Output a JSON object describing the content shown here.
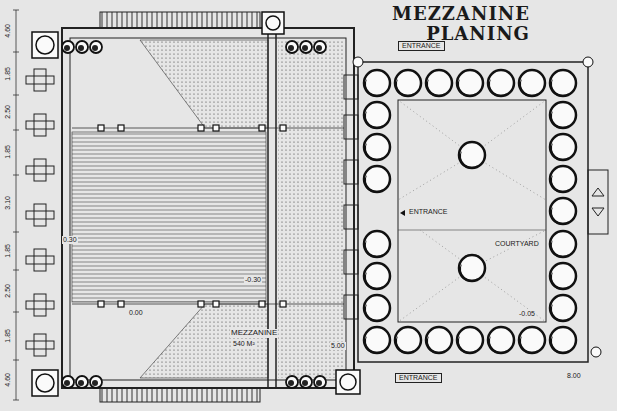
{
  "diagram": {
    "title": "MEZZANINE PLANING",
    "labels": [
      "ENTRANCE",
      "ENTRANCE",
      "COURTYARD",
      "ENTRANCE",
      "MEZZANINE",
      "540 M²",
      "0.30",
      "-0.30",
      "0.00",
      "5.00",
      "-0.05",
      "8.00",
      "4.60",
      "1.85",
      "2.50",
      "1.85",
      "3.10",
      "1.85",
      "2.50",
      "1.85",
      "4.60"
    ]
  }
}
